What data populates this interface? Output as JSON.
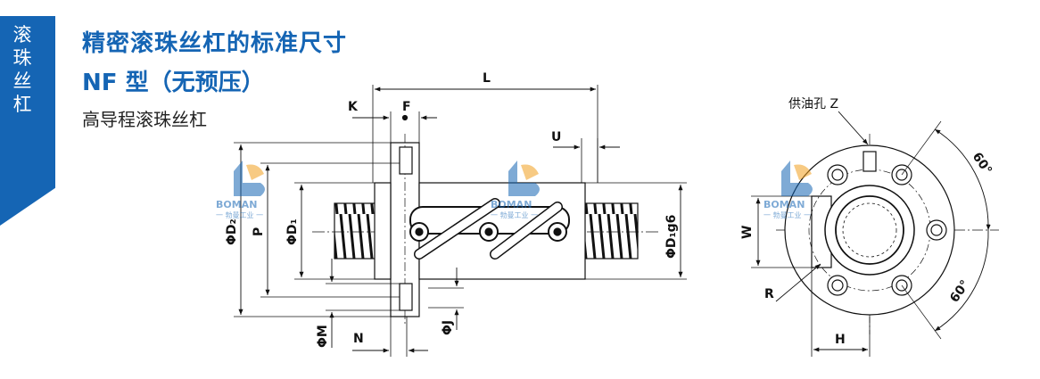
{
  "side_tab": {
    "label": "滚\n珠\n丝\n杠",
    "color": "#1565b4"
  },
  "header": {
    "title": "精密滚珠丝杠的标准尺寸",
    "subtitle": "NF 型（无预压）",
    "description": "高导程滚珠丝杠"
  },
  "watermark": {
    "brand_text": "BOMAN",
    "sub_text": "一 勃曼工业 一"
  },
  "side_view_labels": {
    "L": "L",
    "K": "K",
    "F": "F",
    "U": "U",
    "D2": "ΦD₂",
    "P": "P",
    "D1": "ΦD₁",
    "D1g6": "ΦD₁g6",
    "M": "ΦM",
    "N": "N",
    "J": "ΦJ"
  },
  "end_view_labels": {
    "oil_hole": "供油孔 Z",
    "angle_top": "60°",
    "angle_bottom": "60°",
    "W": "W",
    "R": "R",
    "H": "H"
  }
}
